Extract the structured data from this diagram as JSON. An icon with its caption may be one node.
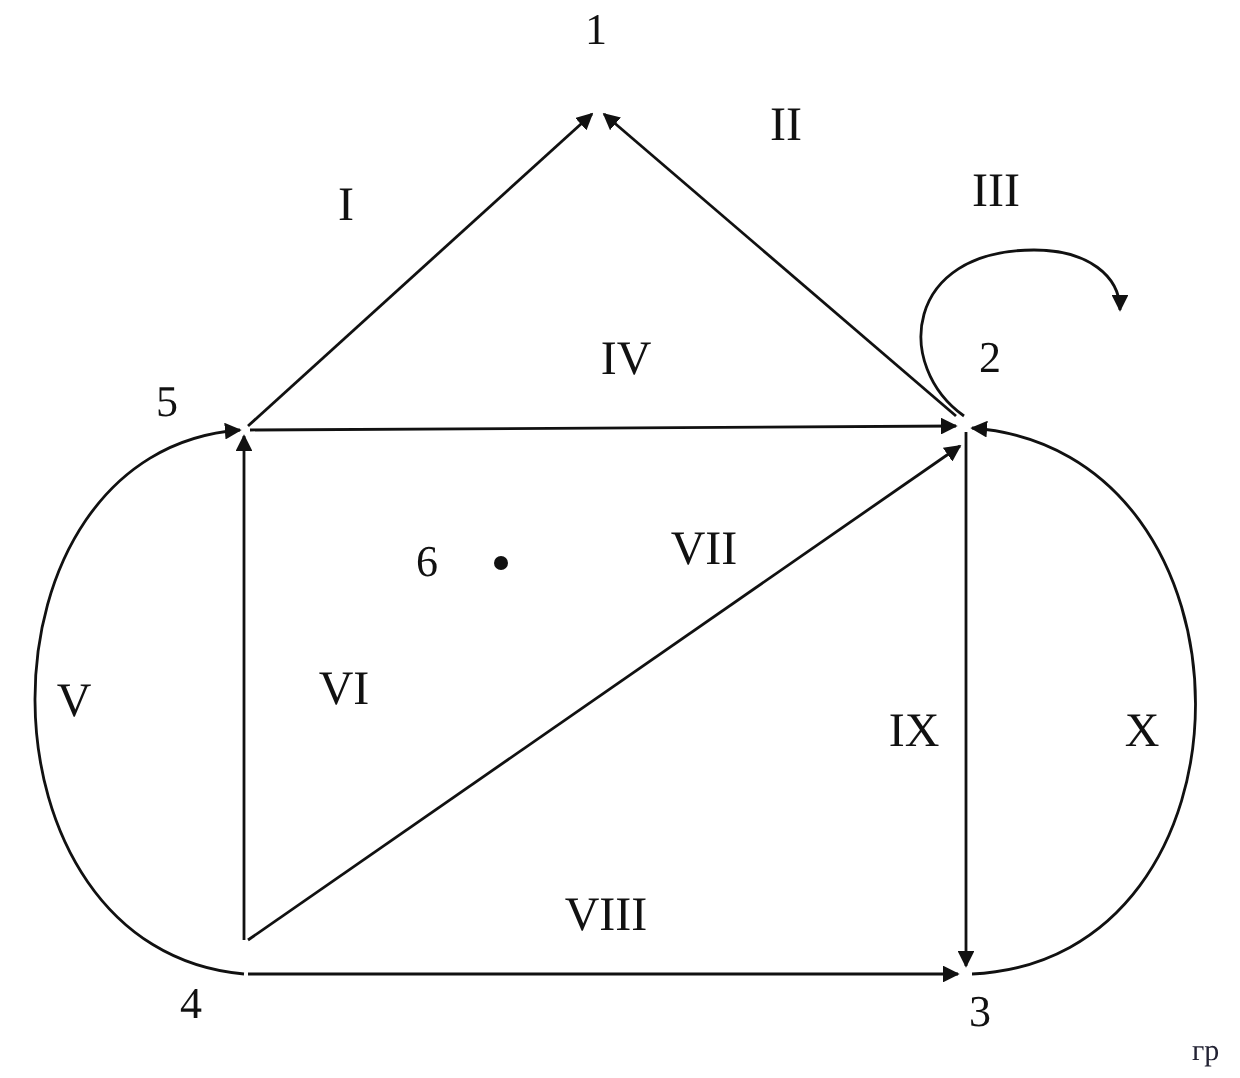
{
  "diagram": {
    "nodes": [
      {
        "text": [
          "1"
        ]
      },
      {
        "text": [
          "2"
        ]
      },
      {
        "text": [
          "3"
        ]
      },
      {
        "text": [
          "4"
        ]
      },
      {
        "text": [
          "5"
        ]
      },
      {
        "text": [
          "6"
        ]
      }
    ],
    "edges": [
      {
        "from": 4,
        "to": 0,
        "arrow": "to",
        "label": "I"
      },
      {
        "from": 1,
        "to": 0,
        "arrow": "to",
        "label": "II"
      },
      {
        "from": 1,
        "to": 1,
        "arrow": "to",
        "label": "III"
      },
      {
        "from": 4,
        "to": 1,
        "arrow": "to",
        "label": "IV"
      },
      {
        "from": 3,
        "to": 4,
        "arrow": "to",
        "label": "V"
      },
      {
        "from": 3,
        "to": 4,
        "arrow": "to",
        "label": "VI"
      },
      {
        "from": 3,
        "to": 1,
        "arrow": "to",
        "label": "VII"
      },
      {
        "from": 3,
        "to": 2,
        "arrow": "to",
        "label": "VIII"
      },
      {
        "from": 1,
        "to": 2,
        "arrow": "to",
        "label": "IX"
      },
      {
        "from": 2,
        "to": 1,
        "arrow": "to",
        "label": "X"
      }
    ],
    "labels": [
      "гр"
    ]
  }
}
